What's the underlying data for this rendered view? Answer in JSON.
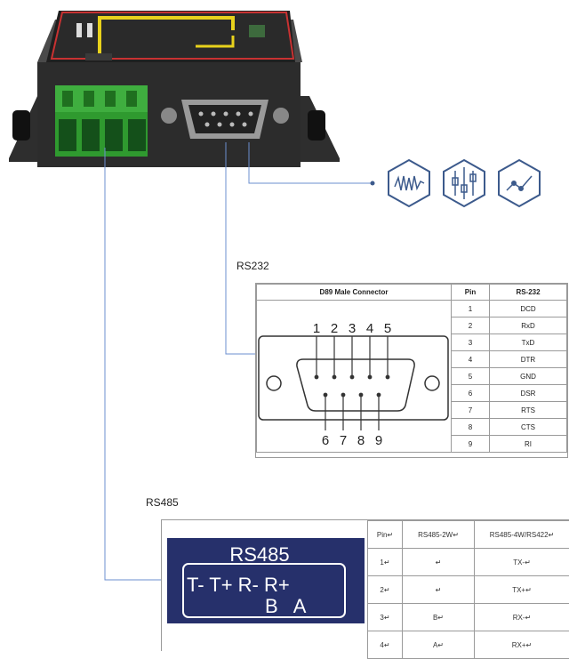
{
  "rs232": {
    "caption": "RS232",
    "table_headers": [
      "D89 Male Connector",
      "Pin",
      "RS-232"
    ],
    "pins": [
      {
        "pin": "1",
        "signal": "DCD"
      },
      {
        "pin": "2",
        "signal": "RxD"
      },
      {
        "pin": "3",
        "signal": "TxD"
      },
      {
        "pin": "4",
        "signal": "DTR"
      },
      {
        "pin": "5",
        "signal": "GND"
      },
      {
        "pin": "6",
        "signal": "DSR"
      },
      {
        "pin": "7",
        "signal": "RTS"
      },
      {
        "pin": "8",
        "signal": "CTS"
      },
      {
        "pin": "9",
        "signal": "RI"
      }
    ],
    "connector_top_numbers": [
      "1",
      "2",
      "3",
      "4",
      "5"
    ],
    "connector_bottom_numbers": [
      "6",
      "7",
      "8",
      "9"
    ]
  },
  "rs485": {
    "caption": "RS485",
    "panel_title": "RS485",
    "terminal_top": "T-  T+  R-  R+",
    "terminal_bottom": "B   A",
    "table_headers": [
      "Pin↵",
      "RS485-2W↵",
      "RS485-4W/RS422↵"
    ],
    "rows": [
      {
        "pin": "1↵",
        "w2": "↵",
        "w4": "TX-↵"
      },
      {
        "pin": "2↵",
        "w2": "↵",
        "w4": "TX+↵"
      },
      {
        "pin": "3↵",
        "w2": "B↵",
        "w4": "RX-↵"
      },
      {
        "pin": "4↵",
        "w2": "A↵",
        "w4": "RX+↵"
      }
    ]
  },
  "icons": [
    "waveform-icon",
    "circuit-icon",
    "signal-icon"
  ],
  "colors": {
    "device_body": "#2a2a2a",
    "terminal_block": "#3aa23a",
    "leader_line": "#6b8fcf",
    "rs485_panel": "#26306b",
    "icon_stroke": "#3c5a8c",
    "label_red": "#c83232",
    "label_yellow": "#e8d21c"
  }
}
